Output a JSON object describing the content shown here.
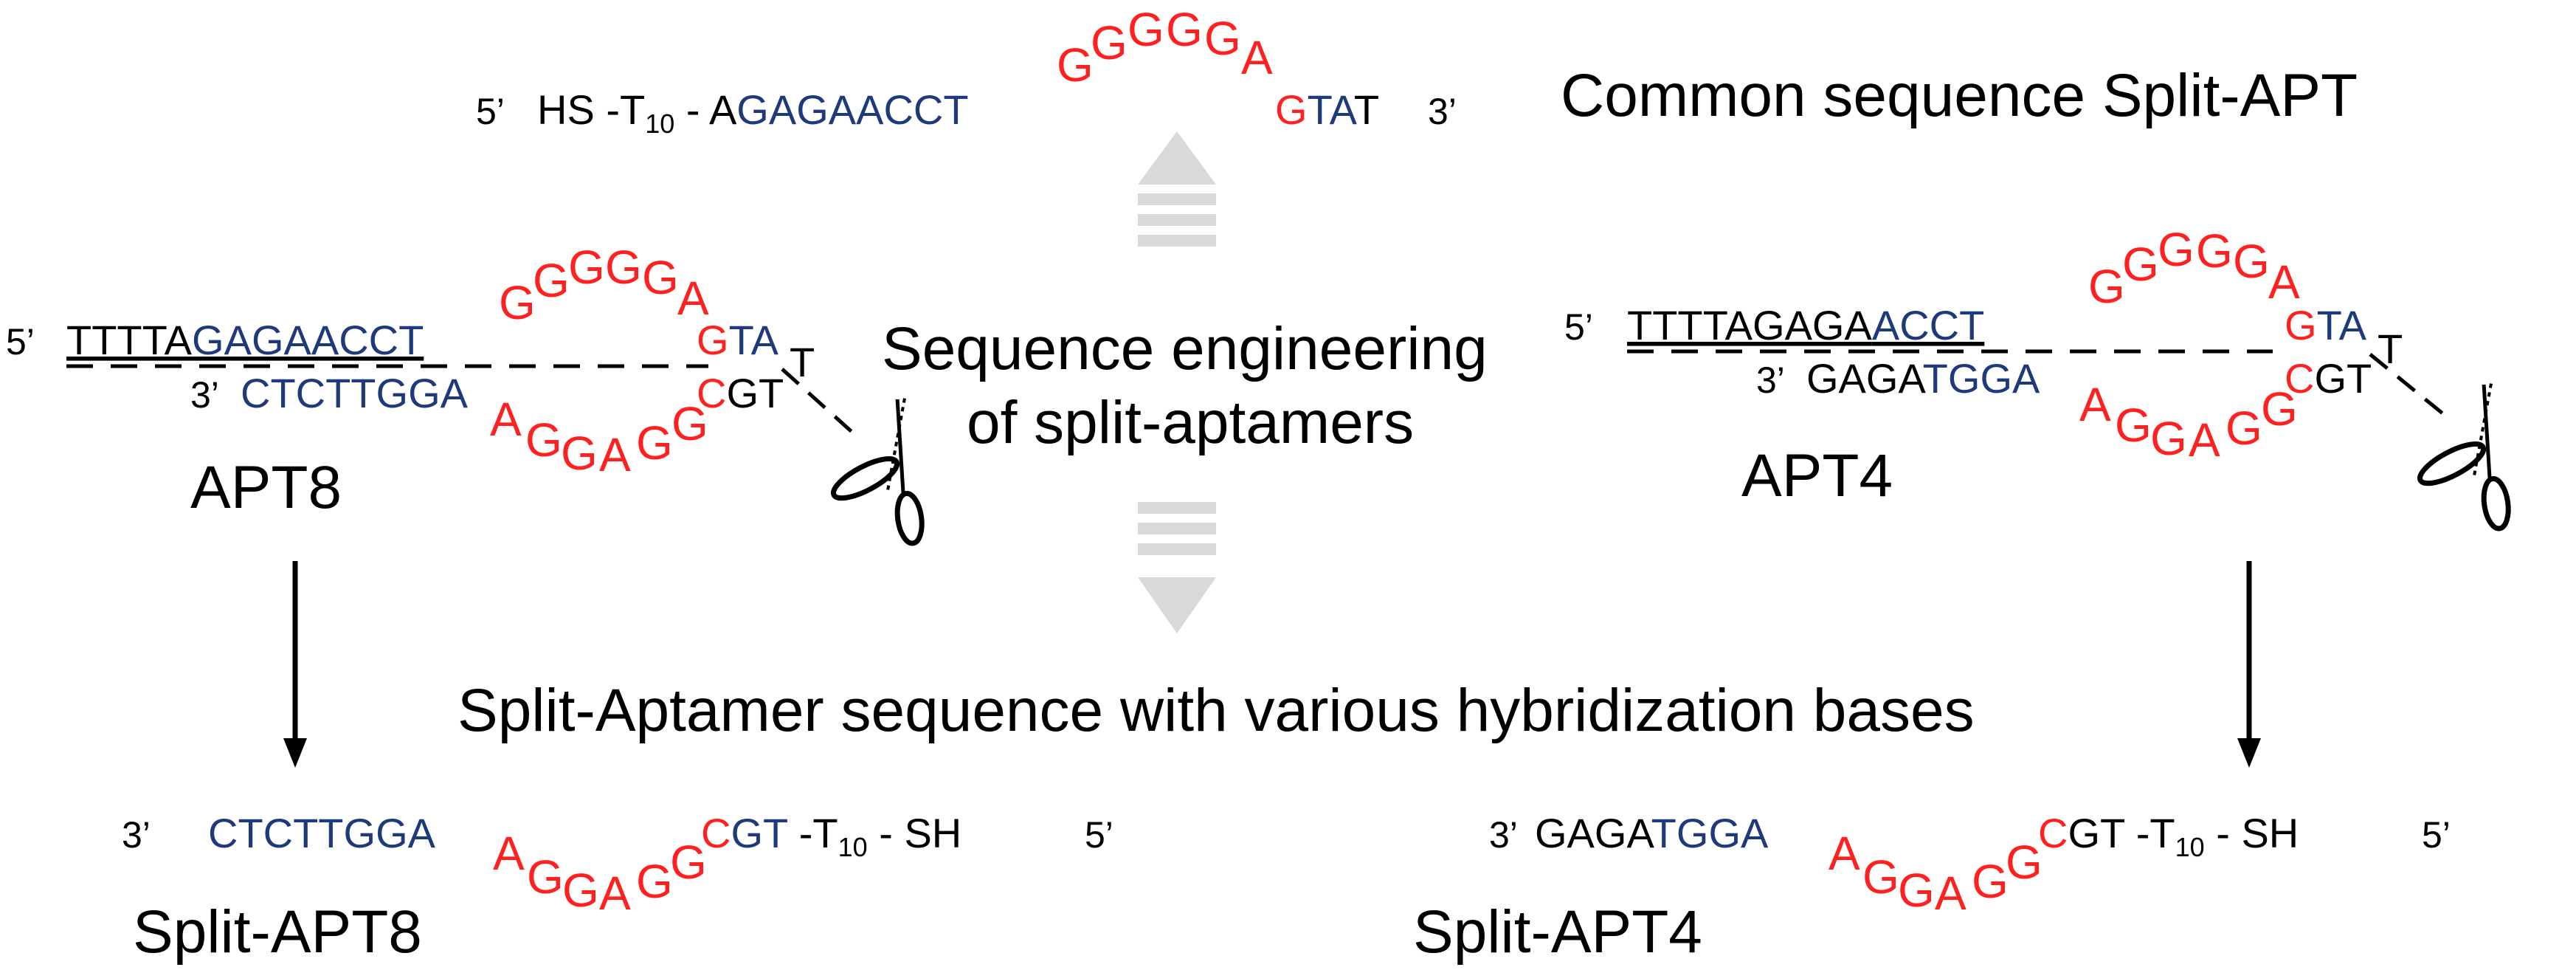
{
  "title_common": "Common sequence Split-APT",
  "title_engineering_line1": "Sequence engineering",
  "title_engineering_line2": "of split-aptamers",
  "title_splitapt_various": "Split-Aptamer sequence with various hybridization bases",
  "common_seq": {
    "end5": "5’",
    "prefix": "HS -T",
    "t_sub": "10",
    "dash": " - A",
    "blue": "GAGAACCT",
    "loop": [
      "G",
      "G",
      "G",
      "G",
      "G",
      "A"
    ],
    "g_red": "G",
    "tail_blue": "TA",
    "tail_black": "T",
    "end3": "3’"
  },
  "apt8": {
    "label": "APT8",
    "end5": "5’",
    "top_black": "TTTTA",
    "top_blue": "GAGAACCT",
    "top_loop": [
      "G",
      "G",
      "G",
      "G",
      "G",
      "A"
    ],
    "top_g": "G",
    "top_tail": "TA",
    "turn_t": "T",
    "end3_bottom": "3’",
    "bottom_blue": "CTCTTGGA",
    "bottom_loop": [
      "A",
      "G",
      "G",
      "A",
      "G",
      "G"
    ],
    "bottom_c": "C",
    "bottom_tail": "GT"
  },
  "apt4": {
    "label": "APT4",
    "end5": "5’",
    "top_black": "TTTTAGAGA",
    "top_blue": "ACCT",
    "top_loop": [
      "G",
      "G",
      "G",
      "G",
      "G",
      "A"
    ],
    "top_g": "G",
    "top_tail": "TA",
    "turn_t": "T",
    "end3_bottom": "3’",
    "bottom_black": "GAGA",
    "bottom_blue": "TGGA",
    "bottom_loop": [
      "A",
      "G",
      "G",
      "A",
      "G",
      "G"
    ],
    "bottom_c": "C",
    "bottom_tail": "GT"
  },
  "split_apt8": {
    "label": "Split-APT8",
    "end3": "3’",
    "blue": "CTCTTGGA",
    "loop": [
      "A",
      "G",
      "G",
      "A",
      "G",
      "G"
    ],
    "c_red": "C",
    "gt": "GT",
    "suffix": " -T",
    "t_sub": "10",
    "sh": " - SH",
    "end5": "5’"
  },
  "split_apt4": {
    "label": "Split-APT4",
    "end3": "3’",
    "black": "GAGA",
    "blue": "TGGA",
    "loop": [
      "A",
      "G",
      "G",
      "A",
      "G",
      "G"
    ],
    "c_red": "C",
    "gt": "GT",
    "suffix": " -T",
    "t_sub": "10",
    "sh": " - SH",
    "end5": "5’"
  },
  "colors": {
    "blue": "#1f3a7a",
    "red": "#ff2020",
    "black": "#000000",
    "grey_arrow": "#d9d9d9"
  },
  "icons": [
    "scissors-icon",
    "scissors-icon",
    "up-arrow-icon",
    "down-arrow-icon",
    "down-arrow-icon",
    "down-arrow-icon"
  ]
}
